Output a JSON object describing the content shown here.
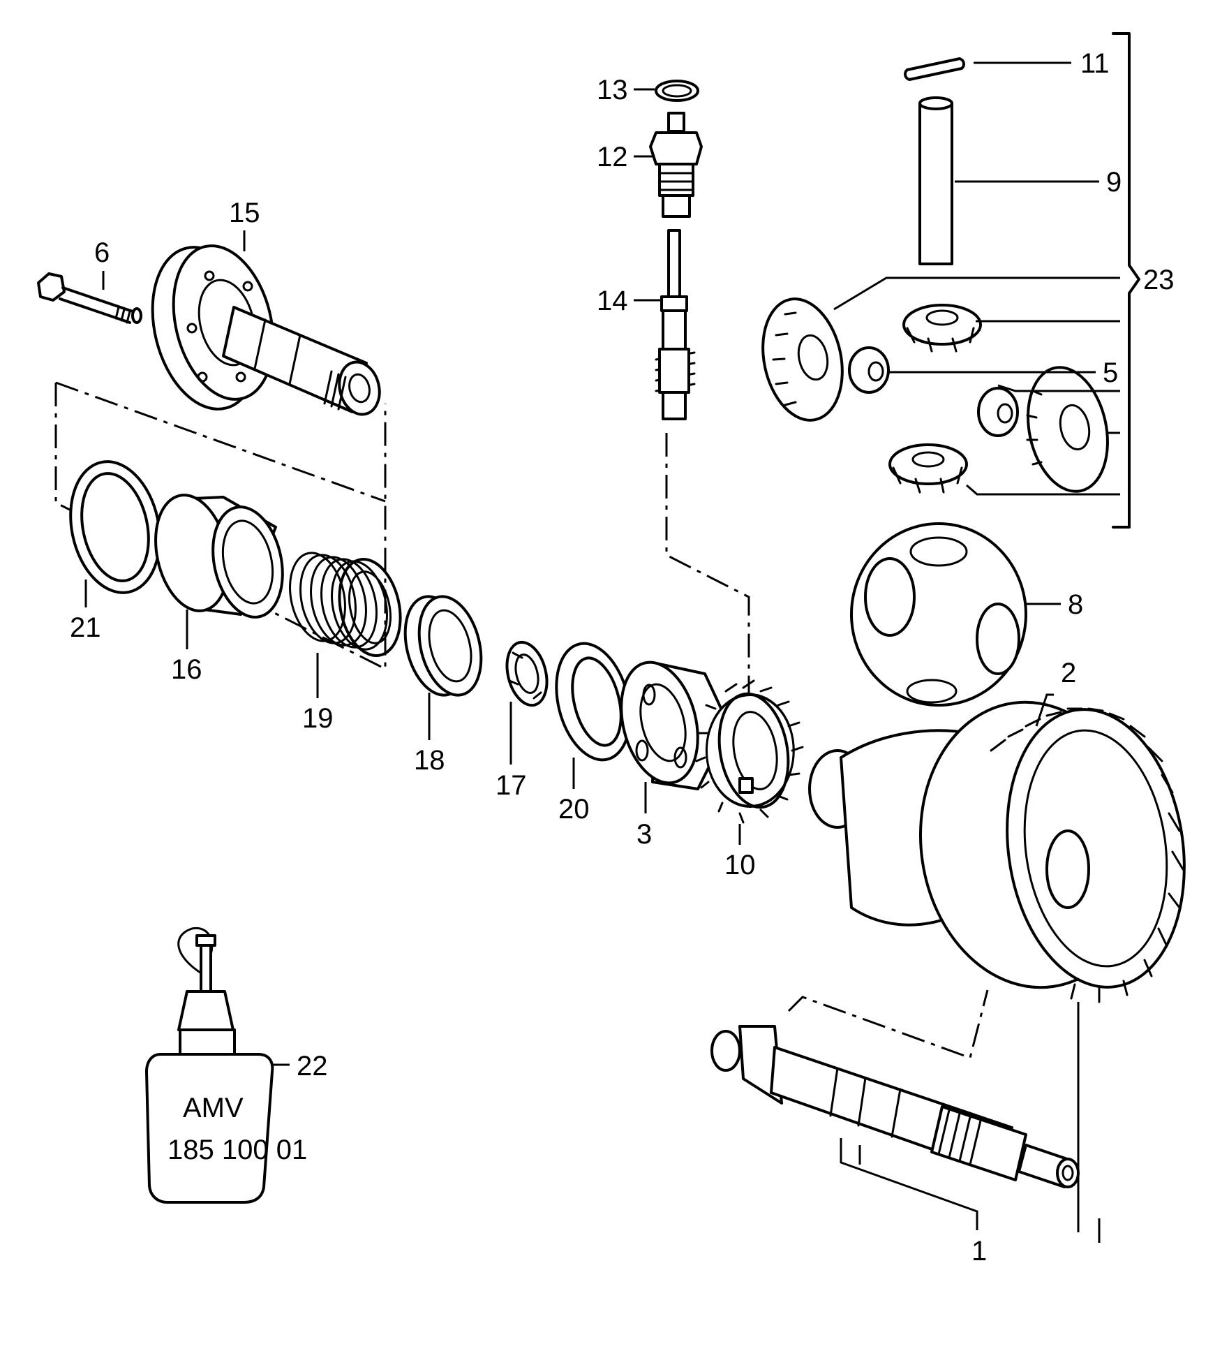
{
  "callouts": [
    {
      "id": "c1",
      "text": "1"
    },
    {
      "id": "c2",
      "text": "2"
    },
    {
      "id": "c3",
      "text": "3"
    },
    {
      "id": "c5",
      "text": "5"
    },
    {
      "id": "c6",
      "text": "6"
    },
    {
      "id": "c8",
      "text": "8"
    },
    {
      "id": "c9",
      "text": "9"
    },
    {
      "id": "c10",
      "text": "10"
    },
    {
      "id": "c11",
      "text": "11"
    },
    {
      "id": "c12",
      "text": "12"
    },
    {
      "id": "c13",
      "text": "13"
    },
    {
      "id": "c14",
      "text": "14"
    },
    {
      "id": "c15",
      "text": "15"
    },
    {
      "id": "c16",
      "text": "16"
    },
    {
      "id": "c17",
      "text": "17"
    },
    {
      "id": "c18",
      "text": "18"
    },
    {
      "id": "c19",
      "text": "19"
    },
    {
      "id": "c20",
      "text": "20"
    },
    {
      "id": "c21",
      "text": "21"
    },
    {
      "id": "c22",
      "text": "22"
    },
    {
      "id": "c23",
      "text": "23"
    }
  ],
  "bottle_label": {
    "line1": "AMV",
    "line2": "185 100 01"
  }
}
